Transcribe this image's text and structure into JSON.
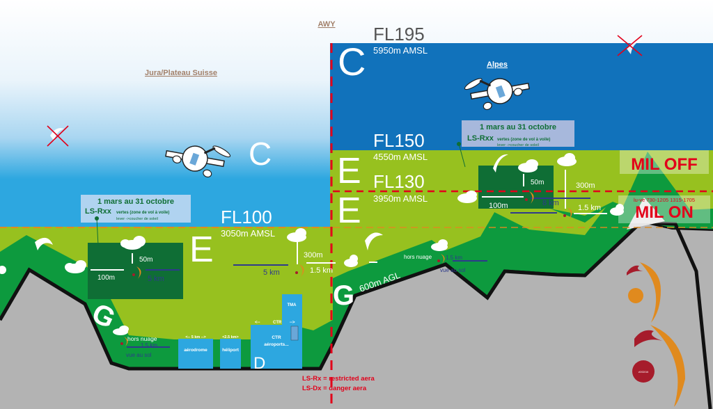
{
  "title_labels": {
    "awy": "AWY",
    "jura": "Jura/Plateau Suisse",
    "alpes": "Alpes"
  },
  "airspace_classes": {
    "c_left": "C",
    "c_right": "C",
    "e_left": "E",
    "e_right_upper": "E",
    "e_right_lower": "E",
    "g_left": "G",
    "g_right": "G",
    "d": "D"
  },
  "levels": {
    "fl195": "FL195",
    "fl195_amsl": "5950m AMSL",
    "fl150": "FL150",
    "fl150_amsl": "4550m AMSL",
    "fl130": "FL130",
    "fl130_amsl": "3950m AMSL",
    "fl100": "FL100",
    "fl100_amsl": "3050m AMSL",
    "agl": "600m AGL"
  },
  "lsr_box": {
    "dates": "1 mars au 31 octobre",
    "code": "LS-Rxx",
    "vertes": "vertes (",
    "zone": "zone de vol à voile)",
    "hours": "lever ->coucher de soleil"
  },
  "distances": {
    "d50m": "50m",
    "d100m": "100m",
    "d5km": "5 km",
    "d300m": "300m",
    "d1_5km": "1.5 km",
    "d8km": "8 km"
  },
  "class_g_notes": {
    "hors_nuage": "hors nuage",
    "dist": "1.5 km",
    "vue_sol": "vue au sol"
  },
  "zones": {
    "aerodrome": "aérodrome",
    "aerodrome_dist": "<--  5 km  -->",
    "heliport": "héliport",
    "heliport_dist": "<2.5 km>",
    "ctr_top": "CTR",
    "ctr_left_arrow": "<--",
    "ctr_right_arrow": "-->",
    "ctr": "CTR",
    "aeroports": "aéroports...",
    "tma": "TMA"
  },
  "military": {
    "off": "MIL OFF",
    "on": "MIL ON",
    "hours": "lu-ve 730-1205 1315-1705"
  },
  "legend": {
    "restricted": "LS-Rx = restricted aera",
    "danger": "LS-Dx = danger aera"
  },
  "credit": "vDS2016",
  "colors": {
    "class_c_dark": "#1172bb",
    "class_c_light": "#2da7e0",
    "class_e": "#97c11f",
    "class_g": "#0d9a3e",
    "lsr_zone": "#0f6e35",
    "terrain": "#b3b3b3",
    "restricted_red": "#e2001a",
    "paraglider_orange": "#e08a1e",
    "paraglider_red": "#a61c2b"
  }
}
